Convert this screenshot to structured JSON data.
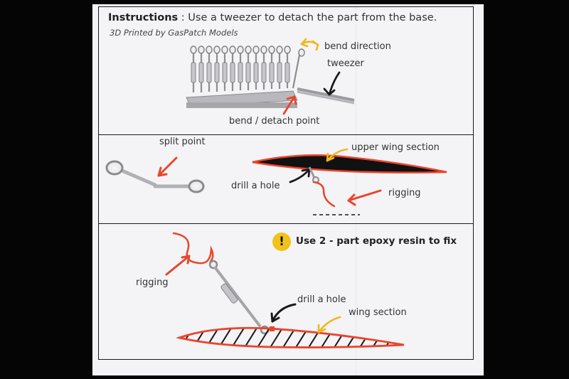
{
  "header": {
    "title_bold": "Instructions",
    "title_rest": " : Use a tweezer to detach the part from the base.",
    "subtitle": "3D Printed by GasPatch Models"
  },
  "panel1": {
    "bend_direction": "bend direction",
    "tweezer": "tweezer",
    "bend_detach_point": "bend / detach point"
  },
  "panel2": {
    "split_point": "split point",
    "upper_wing_section": "upper wing section",
    "drill_a_hole": "drill a hole",
    "rigging": "rigging"
  },
  "panel3": {
    "warning_icon": "!",
    "warning_text": "Use 2 - part epoxy resin to fix",
    "rigging": "rigging",
    "drill_a_hole": "drill a hole",
    "wing_section": "wing section"
  },
  "colors": {
    "arrow_red": "#e9452c",
    "arrow_yellow": "#f0b81c",
    "ink": "#1a1a1a",
    "paper": "#f4f3f6",
    "warning_yellow": "#f1c21b"
  }
}
